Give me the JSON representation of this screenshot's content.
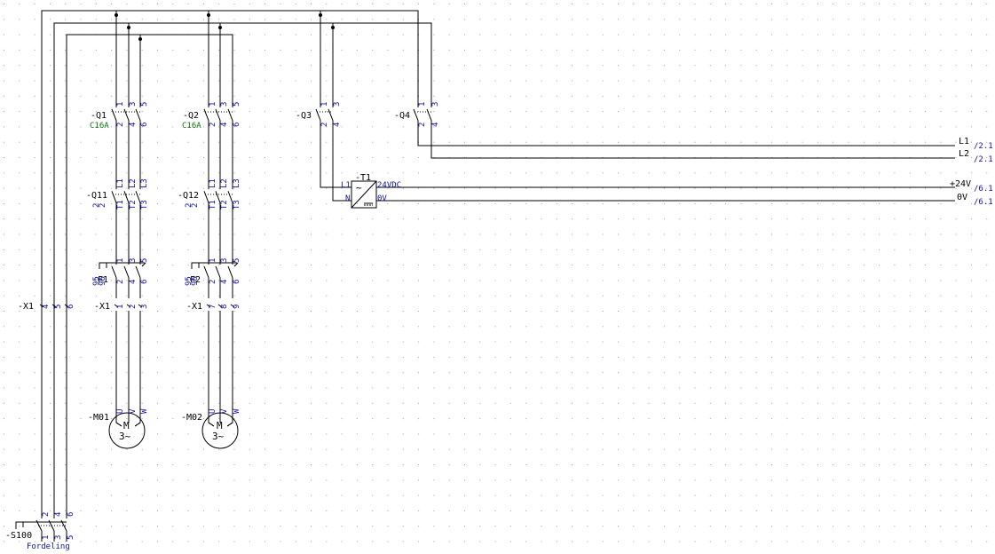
{
  "grid": {
    "dot_color": "#9aa0a6",
    "spacing": 17.3
  },
  "colors": {
    "wire": "#000000",
    "terminal_text": "#1010a0",
    "rating_text": "#107010",
    "tag_text": "#000000"
  },
  "tags": {
    "q1": "-Q1",
    "q2": "-Q2",
    "q3": "-Q3",
    "q4": "-Q4",
    "q11": "-Q11",
    "q12": "-Q12",
    "f1": "-F1",
    "f2": "-F2",
    "x1_a": "-X1",
    "x1_b": "-X1",
    "x1_c": "-X1",
    "m01": "-M01",
    "m02": "-M02",
    "s100": "-S100",
    "t1": "-T1"
  },
  "ratings": {
    "q1": "C16A",
    "q2": "C16A"
  },
  "motor": {
    "m_label": "M",
    "phase_label": "3~"
  },
  "psu": {
    "in_l": "L1",
    "in_n": "N",
    "out_plus": "24VDC",
    "out_zero": "0V"
  },
  "outputs": [
    {
      "name": "L1",
      "ref": "/2.1"
    },
    {
      "name": "L2",
      "ref": "/2.1"
    },
    {
      "name": "+24V",
      "ref": "/6.1"
    },
    {
      "name": "0V",
      "ref": "/6.1"
    }
  ],
  "switch_caption": "Fordeling",
  "terminals": {
    "q_top": [
      "1",
      "3",
      "5"
    ],
    "q_bot": [
      "2",
      "4",
      "6"
    ],
    "q34_top": [
      "1",
      "3"
    ],
    "q34_bot": [
      "2",
      "4"
    ],
    "ct_top": [
      "L1",
      "L2",
      "L3"
    ],
    "ct_bot": [
      "T1",
      "T2",
      "T3"
    ],
    "ct_aux": [
      "2",
      "2"
    ],
    "f_top": [
      "1",
      "3",
      "5"
    ],
    "f_bot": [
      "2",
      "4",
      "6"
    ],
    "f_aux": [
      "95",
      "96"
    ],
    "x1_left": [
      "4",
      "5",
      "6"
    ],
    "x1_m1": [
      "1",
      "2",
      "3"
    ],
    "x1_m2": [
      "7",
      "8",
      "9"
    ],
    "mot": [
      "U",
      "V",
      "W"
    ],
    "s100_top": [
      "2",
      "4",
      "6"
    ],
    "s100_bot": [
      "1",
      "3",
      "5"
    ]
  }
}
